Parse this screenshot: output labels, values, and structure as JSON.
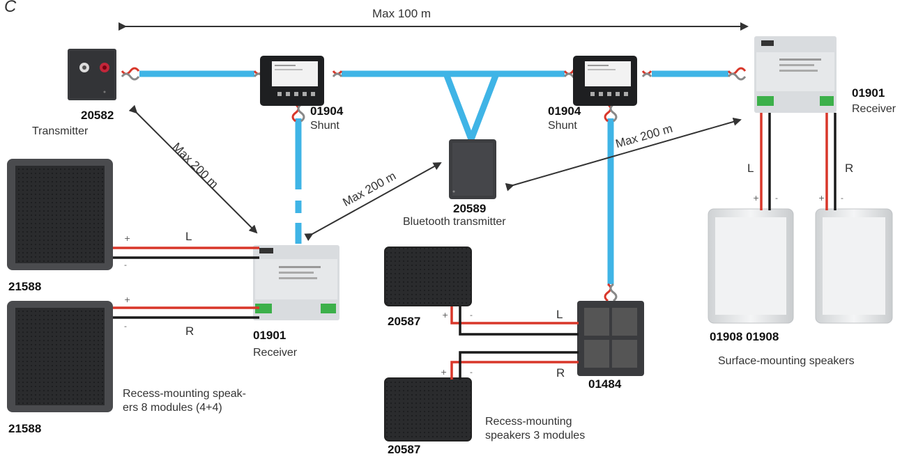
{
  "figure_letter": "C",
  "distances": {
    "max_100": "Max 100 m",
    "max_200_a": "Max 200 m",
    "max_200_b": "Max 200 m",
    "max_200_c": "Max 200 m"
  },
  "devices": {
    "transmitter": {
      "code": "20582",
      "label": "Transmitter"
    },
    "shunt_left": {
      "code": "01904",
      "label": "Shunt"
    },
    "shunt_right": {
      "code": "01904",
      "label": "Shunt"
    },
    "bt_transmitter": {
      "code": "20589",
      "label": "Bluetooth transmitter"
    },
    "receiver_right": {
      "code": "01901",
      "label": "Receiver"
    },
    "receiver_center": {
      "code": "01901",
      "label": "Receiver"
    },
    "recess_top": {
      "code": "21588"
    },
    "recess_bottom": {
      "code": "21588"
    },
    "recess_label": "Recess-mounting speak-\ners 8 modules (4+4)",
    "speaker3_top": {
      "code": "20587"
    },
    "speaker3_bottom": {
      "code": "20587"
    },
    "speaker3_label": "Recess-mounting\nspeakers 3 modules",
    "amp": {
      "code": "01484"
    },
    "surface_codes": "01908 01908",
    "surface_label": "Surface-mounting speakers"
  },
  "channels": {
    "left": "L",
    "right": "R",
    "plus": "+",
    "minus": "-"
  },
  "colors": {
    "bus": "#3fb4e6",
    "wire_red": "#d8372a",
    "wire_black": "#1a1a1a",
    "device_dark": "#3a3b3e",
    "din_grey": "#d9dcdf"
  }
}
